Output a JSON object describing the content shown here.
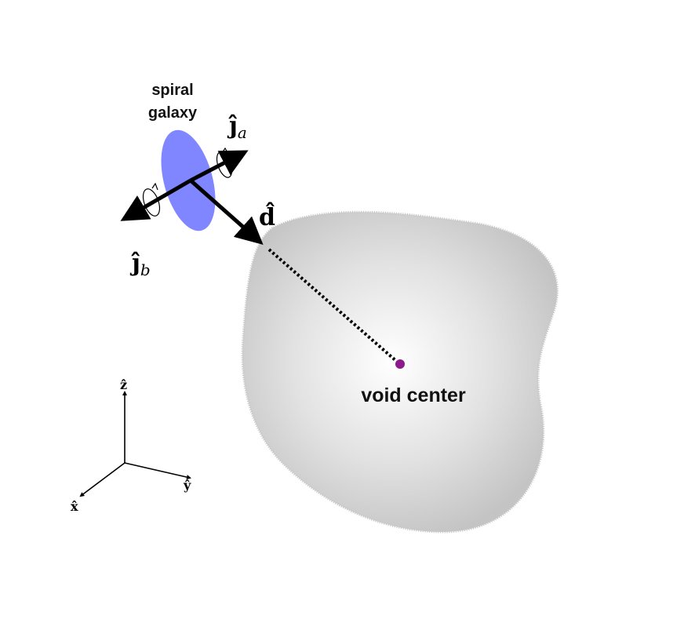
{
  "labels": {
    "galaxy_line1": "spiral",
    "galaxy_line2": "galaxy",
    "void_center": "void center",
    "j_a_base": "ĵ",
    "j_a_sub": "a",
    "j_b_base": "ĵ",
    "j_b_sub": "b",
    "d_hat": "d̂",
    "axis_z": "ẑ",
    "axis_y": "ŷ",
    "axis_x": "x̂"
  },
  "colors": {
    "galaxy": "#7f86ff",
    "void_center_dot": "#8b1a8c",
    "void_edge": "#c2c2c2",
    "void_core": "#ffffff",
    "arrow": "#000000"
  }
}
